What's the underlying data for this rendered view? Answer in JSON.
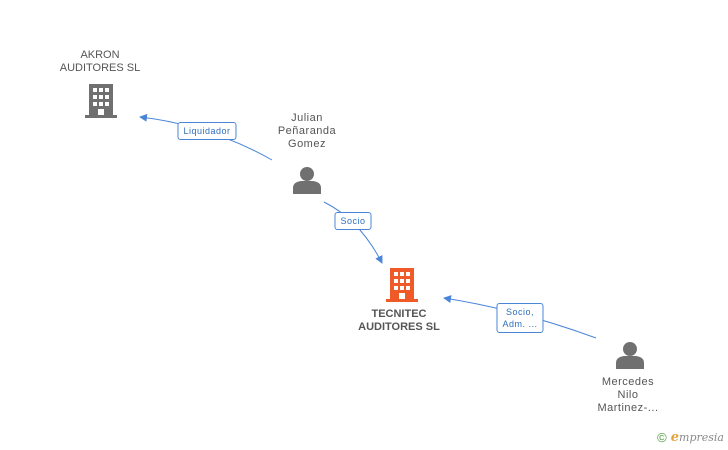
{
  "nodes": {
    "akron": {
      "line1": "AKRON",
      "line2": "AUDITORES SL",
      "icon": "building-icon",
      "color": "#707070"
    },
    "julian": {
      "line1": "Julian",
      "line2": "Peñaranda",
      "line3": "Gomez",
      "icon": "person-icon",
      "color": "#707070"
    },
    "tecnitec": {
      "line1": "TECNITEC",
      "line2": "AUDITORES SL",
      "icon": "building-icon",
      "color": "#f05a28"
    },
    "mercedes": {
      "line1": "Mercedes",
      "line2": "Nilo",
      "line3": "Martinez-...",
      "icon": "person-icon",
      "color": "#707070"
    }
  },
  "edges": {
    "liquidador": {
      "label": "Liquidador"
    },
    "socio": {
      "label": "Socio"
    },
    "socio_adm": {
      "line1": "Socio,",
      "line2": "Adm. ..."
    }
  },
  "colors": {
    "edge": "#4a86d8"
  },
  "brand": {
    "copyright": "©",
    "e": "e",
    "name": "mpresia"
  }
}
